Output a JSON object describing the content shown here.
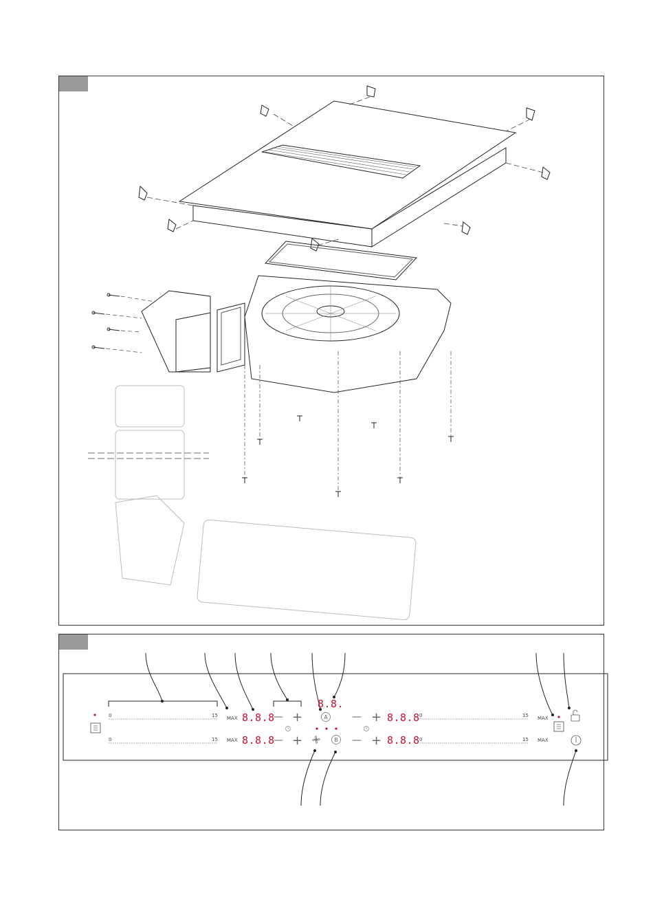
{
  "figures": [
    {
      "id": "fig-1",
      "tab_color": "#9a9a9a"
    },
    {
      "id": "fig-2",
      "tab_color": "#9a9a9a"
    }
  ],
  "control_panel": {
    "sliders": [
      {
        "min_label": "0",
        "max_label": "15",
        "max_text": "MAX",
        "display": "8.8.8"
      },
      {
        "min_label": "0",
        "max_label": "15",
        "max_text": "MAX",
        "display": "8.8.8"
      },
      {
        "min_label": "0",
        "max_label": "15",
        "max_text": "MAX",
        "display": "8.8.8"
      },
      {
        "min_label": "0",
        "max_label": "15",
        "max_text": "MAX",
        "display": "8.8.8"
      }
    ],
    "center_display": "8.8.",
    "minus_symbol": "—",
    "plus_symbol": "+",
    "program_a": "A",
    "program_b": "B",
    "accent_color": "#c8102e"
  }
}
